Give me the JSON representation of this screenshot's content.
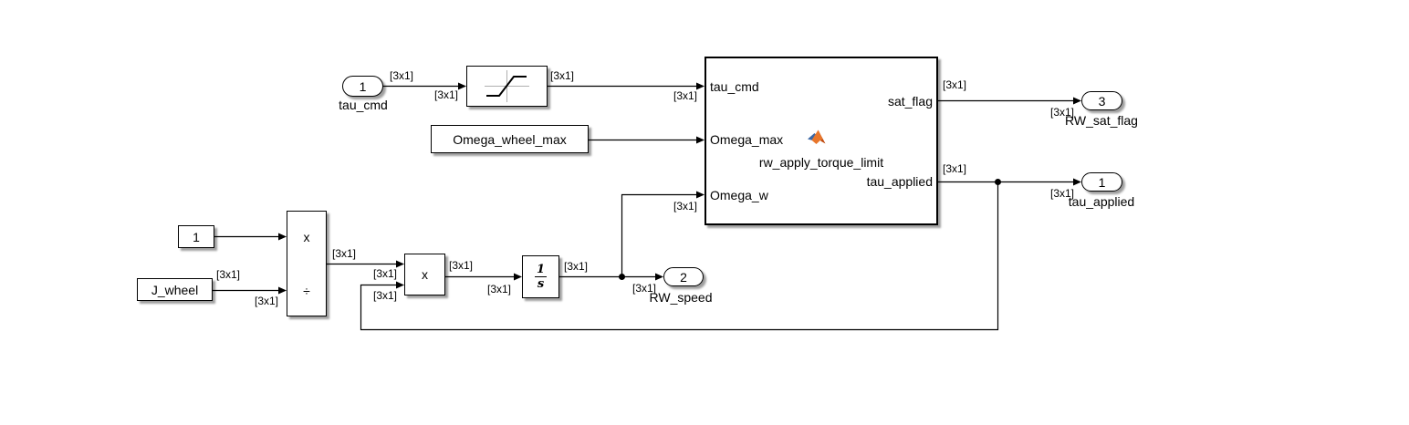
{
  "diagram": {
    "signal_dim": "[3x1]",
    "blocks": {
      "inport_tau_cmd": {
        "number": "1",
        "name": "tau_cmd"
      },
      "outport_rw_sat_flag": {
        "number": "3",
        "name": "RW_sat_flag"
      },
      "outport_tau_applied": {
        "number": "1",
        "name": "tau_applied"
      },
      "outport_rw_speed": {
        "number": "2",
        "name": "RW_speed"
      },
      "constant_omega_wheel_max": {
        "value": "Omega_wheel_max"
      },
      "constant_one": {
        "value": "1"
      },
      "constant_j_wheel": {
        "value": "J_wheel"
      },
      "divide": {
        "op_multiply": "x",
        "op_divide": "÷"
      },
      "product": {
        "op_multiply": "x"
      },
      "integrator": {
        "numerator": "1",
        "denominator": "s"
      },
      "matlab_function": {
        "name": "rw_apply_torque_limit",
        "inputs": [
          "tau_cmd",
          "Omega_max",
          "Omega_w"
        ],
        "outputs": [
          "sat_flag",
          "tau_applied"
        ]
      }
    }
  },
  "colors": {
    "background": "#ffffff",
    "wire": "#000000",
    "block_border": "#000000",
    "block_fill": "#ffffff",
    "saturation_axes": "#b0b0b0",
    "matlab_logo_blue": "#3b67a4",
    "matlab_logo_orange": "#e8762b",
    "matlab_logo_dark_orange": "#c04a0e"
  }
}
